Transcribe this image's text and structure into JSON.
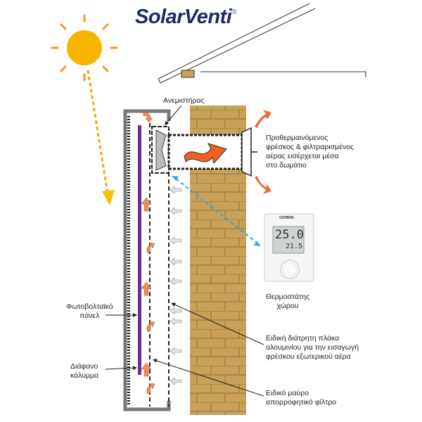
{
  "logo": {
    "text": "SolarVenti",
    "mark": "®"
  },
  "labels": {
    "fan": "Ανεμιστήρας",
    "incoming_air": [
      "Προθερμαινόμενος",
      "φρέσκος & φιλτραρισμένος",
      "αέρας εισέρχεται μέσα",
      "στο δωμάτιο"
    ],
    "thermostat": [
      "Θερμοστάτης",
      "χώρου"
    ],
    "pv_panel": [
      "Φωτοβολταϊκό",
      "πάνελ"
    ],
    "perforated_plate": [
      "Ειδική διάτρητη πλάκα",
      "αλουμινίου για την εισαγωγή",
      "φρέσκου εξωτερικού αέρα"
    ],
    "cover": [
      "Διάφανο",
      "κάλυμμα"
    ],
    "filter": [
      "Ειδικό μαύρο",
      "απορροφητικό φίλτρο"
    ]
  },
  "thermostat_device": {
    "brand": "SIEMENS",
    "main_temp": "25.0",
    "set_temp": "21.5"
  },
  "colors": {
    "logo": "#1f2a6b",
    "sun": "#f7b500",
    "brick": "#c8a25a",
    "pv": "#7a2a8a",
    "arrow": "#f07030",
    "dashed_link": "#2aa8d8"
  }
}
